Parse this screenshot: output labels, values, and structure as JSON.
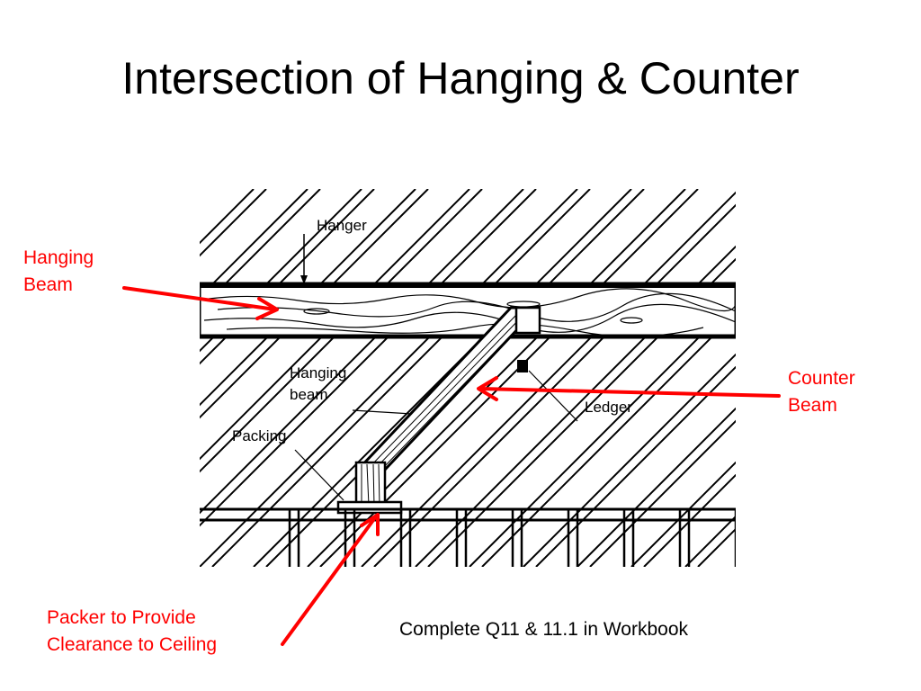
{
  "slide": {
    "title": "Intersection of Hanging & Counter",
    "footer_note": "Complete Q11 & 11.1 in Workbook"
  },
  "callouts": {
    "hanging_beam": {
      "line1": "Hanging",
      "line2": "Beam"
    },
    "counter_beam": {
      "line1": "Counter",
      "line2": "Beam"
    },
    "packer": {
      "line1": "Packer to Provide",
      "line2": "Clearance to Ceiling"
    },
    "color": "#ff0000"
  },
  "diagram_labels": {
    "hanger": "Hanger",
    "hanging_beam_line1": "Hanging",
    "hanging_beam_line2": "beam",
    "ledger": "Ledger",
    "packing": "Packing"
  }
}
